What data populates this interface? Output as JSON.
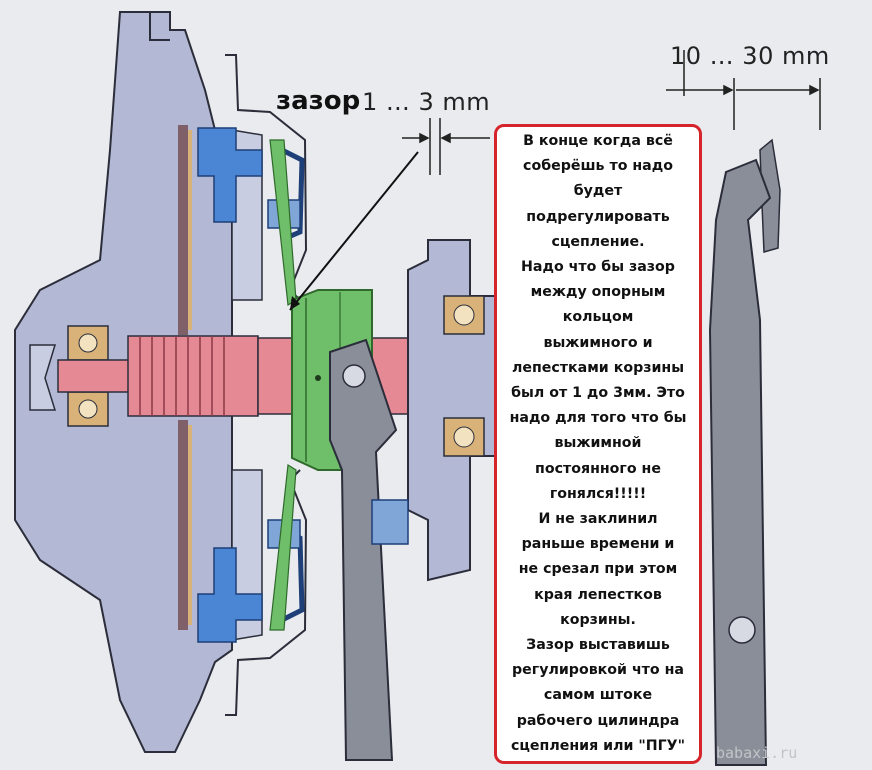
{
  "labels": {
    "gap_word": "зазор",
    "gap_range": "1 … 3 mm",
    "travel_range": "10 … 30 mm"
  },
  "note": {
    "lines": [
      "В конце когда всё",
      "соберёшь то надо",
      "будет",
      "подрегулировать",
      "сцепление.",
      "Надо что бы зазор",
      "между  опорным",
      "кольцом",
      "выжимного и",
      "лепестками корзины",
      "был  от 1 до 3мм. Это",
      "надо для того что бы",
      "выжимной",
      "постоянного не",
      "гонялся!!!!!",
      "И не заклинил",
      "раньше времени и",
      "не срезал при этом",
      "края лепестков",
      "корзины.",
      "Зазор выставишь",
      "регулировкой что на",
      "самом штоке",
      "рабочего цилиндра",
      "сцепления или \"ПГУ\""
    ]
  },
  "watermark": "babaxi.ru",
  "colors": {
    "background": "#e9ebee",
    "housing": "#b3b8d4",
    "housing_outline": "#2b2d3a",
    "shaft": "#e58a95",
    "spring_blue": "#4a86d4",
    "release_bearing_green": "#6fbf6a",
    "lever_grey": "#8a8e98",
    "bearing_tan": "#d9b27a",
    "note_border": "#d6242b"
  }
}
